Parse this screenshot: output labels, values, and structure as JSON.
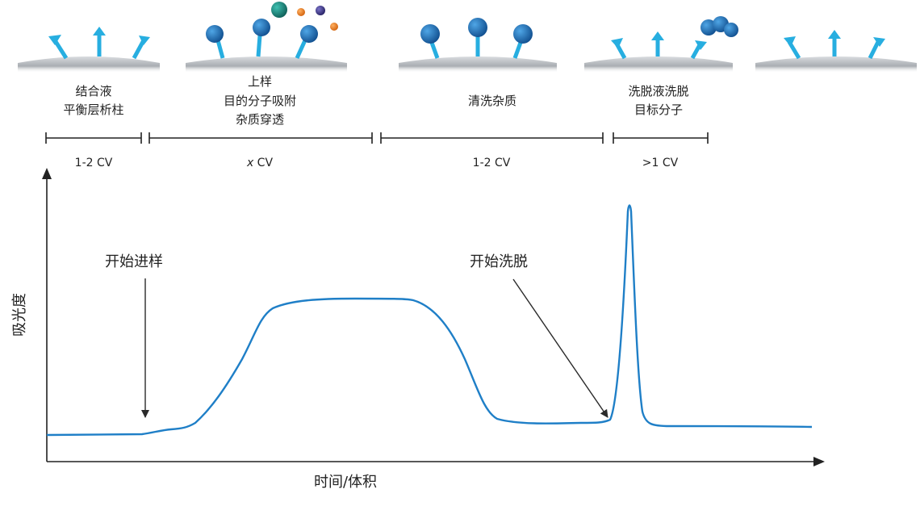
{
  "stages": [
    {
      "lines": [
        "结合液",
        "平衡层析柱"
      ],
      "volume": "1-2 CV"
    },
    {
      "lines": [
        "上样",
        "目的分子吸附",
        "杂质穿透"
      ],
      "volume_italic": "x",
      "volume_rest": " CV"
    },
    {
      "lines": [
        "清洗杂质"
      ],
      "volume": "1-2 CV"
    },
    {
      "lines": [
        "洗脱液洗脱",
        "目标分子"
      ],
      "volume": ">1 CV"
    }
  ],
  "annotations": {
    "start_sample": "开始进样",
    "start_elution": "开始洗脱"
  },
  "axes": {
    "y_label": "吸光度",
    "x_label": "时间/体积"
  },
  "colors": {
    "curve": "#1f7fc7",
    "ligand": "#27aee0",
    "bead_gray": "#9a9ea4",
    "target_blue": "#1b6fb8",
    "impurity_teal": "#1d8f86",
    "impurity_orange": "#ec7d22",
    "impurity_purple": "#3f3a8e"
  }
}
